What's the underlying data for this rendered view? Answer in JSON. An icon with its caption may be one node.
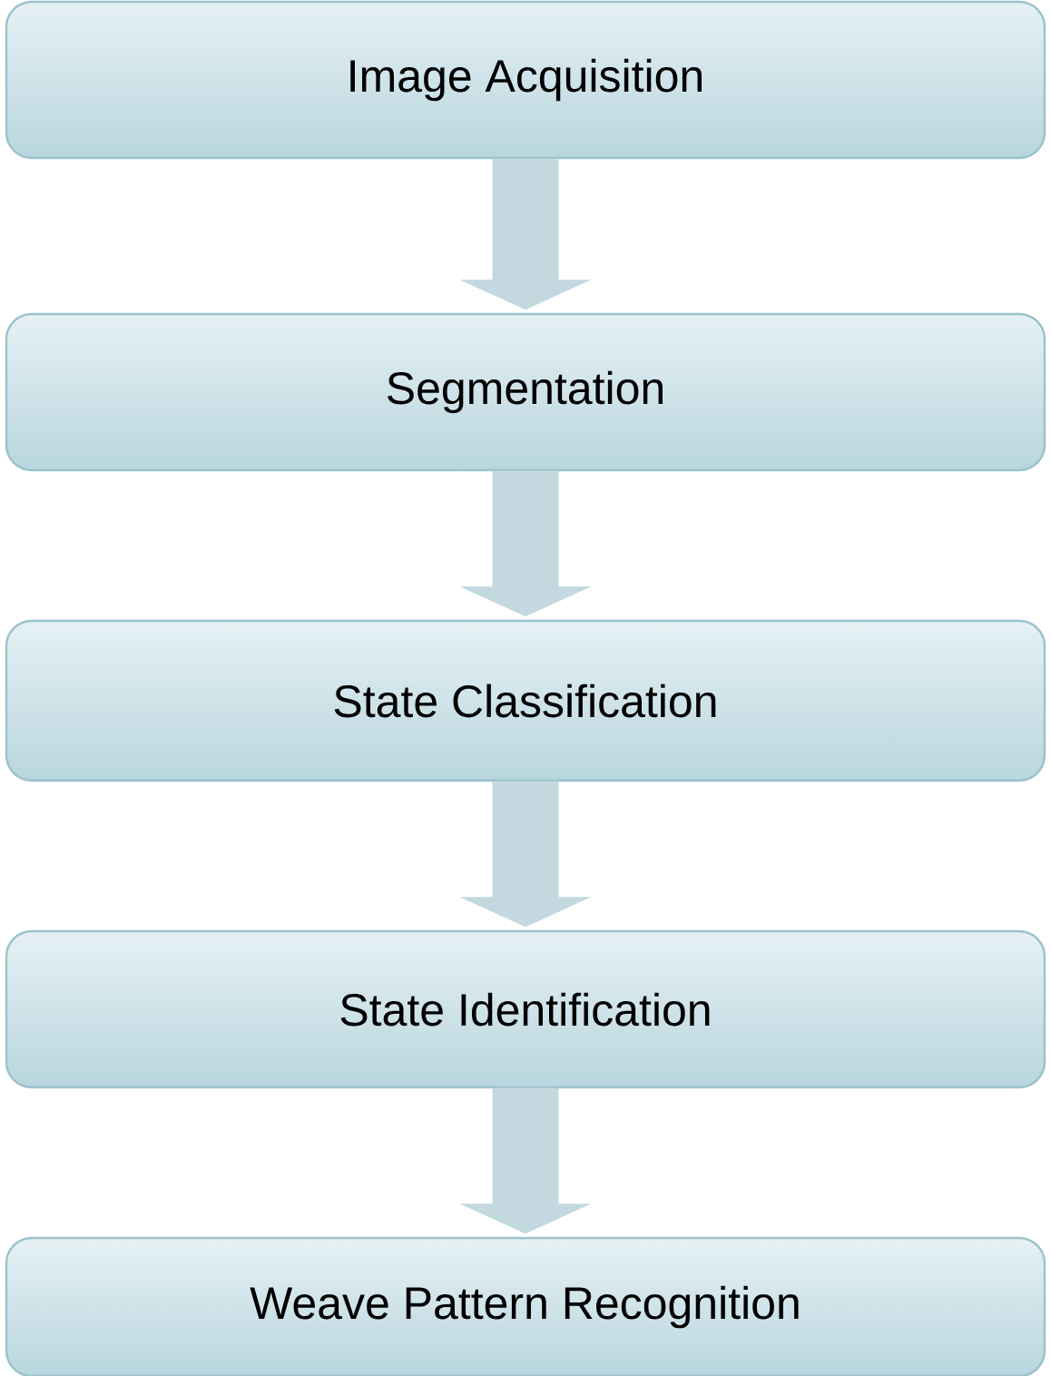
{
  "diagram": {
    "nodes": [
      {
        "text": [
          "Image Acquisition"
        ]
      },
      {
        "text": [
          "Segmentation"
        ]
      },
      {
        "text": [
          "State Classification"
        ]
      },
      {
        "text": [
          "State Identification"
        ]
      },
      {
        "text": [
          "Weave Pattern Recognition"
        ]
      }
    ],
    "edges": [
      {
        "from": 0,
        "to": 1,
        "arrow": "to"
      },
      {
        "from": 1,
        "to": 2,
        "arrow": "to"
      },
      {
        "from": 2,
        "to": 3,
        "arrow": "to"
      },
      {
        "from": 3,
        "to": 4,
        "arrow": "to"
      }
    ]
  }
}
